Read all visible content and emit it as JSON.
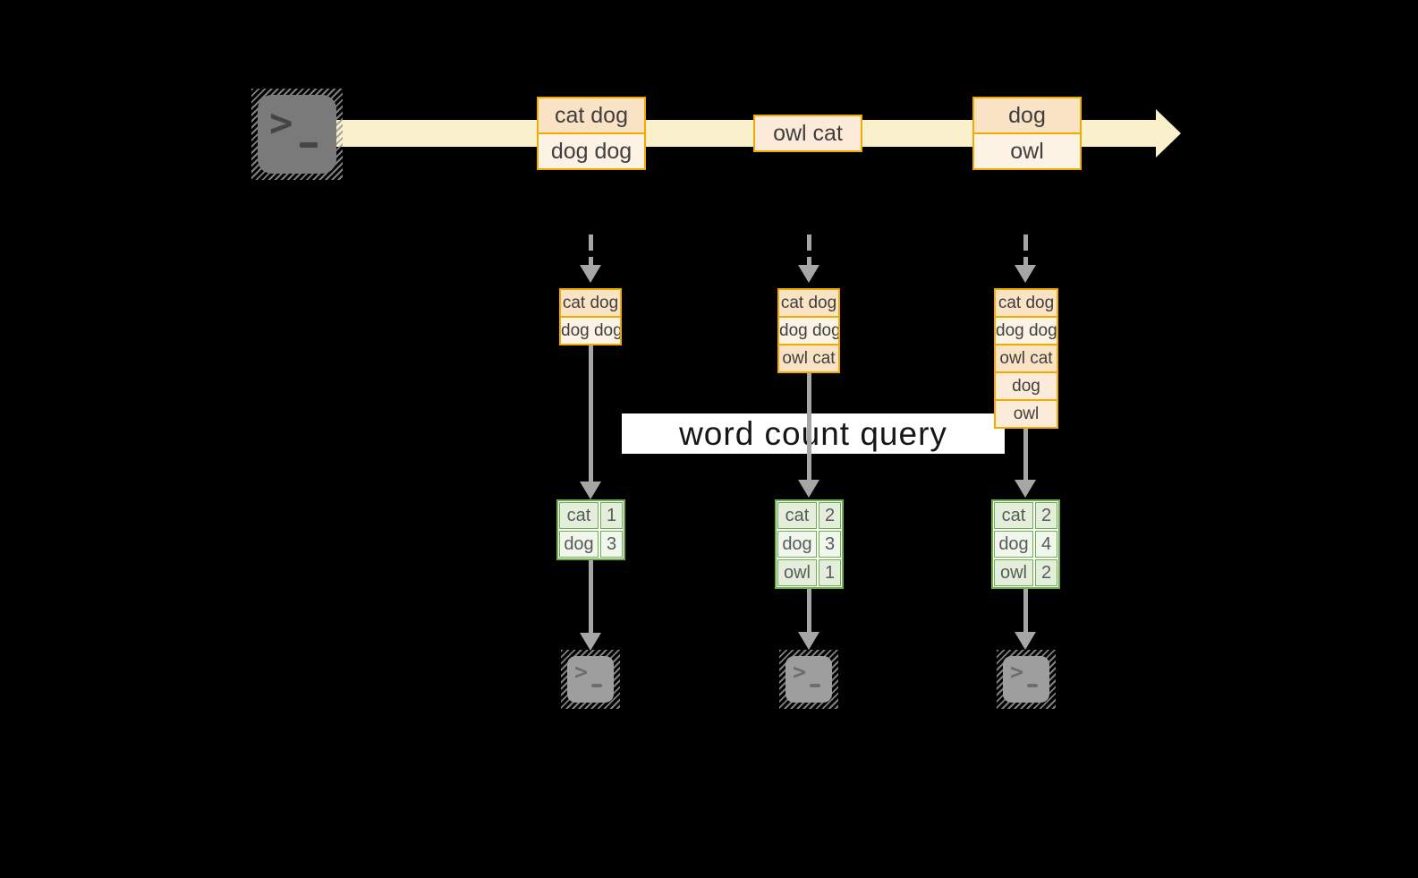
{
  "colors": {
    "background": "#000000",
    "stream_band": "#FBF0CC",
    "gold": "#F0AB00",
    "peach_dark": "#FAE3C5",
    "peach_light": "#FDF3E4",
    "peach_mid": "#FBEBD8",
    "green": "#6FAE4E",
    "green_row_a": "#E3EFDB",
    "green_row_b": "#F0F7EC",
    "arrow": "#A6A6A6",
    "terminal_dark": "#7A7A7A",
    "terminal_light": "#9E9E9E",
    "text_dark": "#3F3F3F",
    "table_text": "#5A5A5A",
    "overlay_bg": "#FFFFFF",
    "overlay_text": "#161616"
  },
  "icons": {
    "prompt_glyph": ">",
    "source_terminal": "terminal-icon",
    "output_terminal": "terminal-icon"
  },
  "overlay": {
    "label": "word count query"
  },
  "stream": {
    "records": [
      {
        "lines": [
          "cat dog",
          "dog dog"
        ]
      },
      {
        "lines": [
          "owl cat"
        ]
      },
      {
        "lines": [
          "dog",
          "owl"
        ]
      }
    ]
  },
  "states": [
    {
      "lines": [
        "cat dog",
        "dog dog"
      ]
    },
    {
      "lines": [
        "cat dog",
        "dog dog",
        "owl cat"
      ]
    },
    {
      "lines": [
        "cat dog",
        "dog dog",
        "owl cat",
        "dog",
        "owl"
      ]
    }
  ],
  "counts": [
    {
      "rows": [
        [
          "cat",
          "1"
        ],
        [
          "dog",
          "3"
        ]
      ]
    },
    {
      "rows": [
        [
          "cat",
          "2"
        ],
        [
          "dog",
          "3"
        ],
        [
          "owl",
          "1"
        ]
      ]
    },
    {
      "rows": [
        [
          "cat",
          "2"
        ],
        [
          "dog",
          "4"
        ],
        [
          "owl",
          "2"
        ]
      ]
    }
  ]
}
